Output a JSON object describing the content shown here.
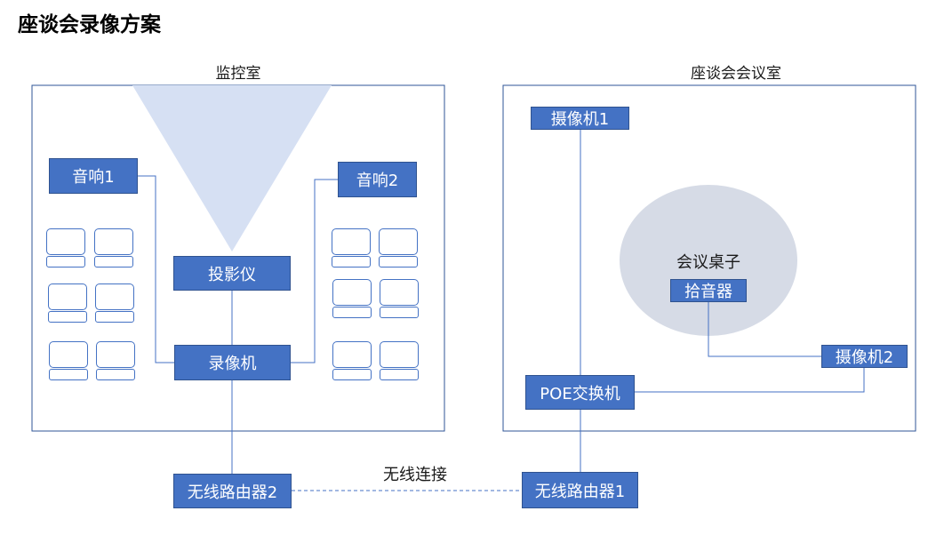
{
  "title": "座谈会录像方案",
  "rooms": {
    "monitor": "监控室",
    "meeting": "座谈会会议室"
  },
  "nodes": {
    "speaker1": "音响1",
    "speaker2": "音响2",
    "projector": "投影仪",
    "recorder": "录像机",
    "camera1": "摄像机1",
    "camera2": "摄像机2",
    "pickup": "拾音器",
    "poe_switch": "POE交换机",
    "router1": "无线路由器1",
    "router2": "无线路由器2"
  },
  "table_label": "会议桌子",
  "wireless_label": "无线连接",
  "colors": {
    "node_fill": "#4472c4",
    "node_border": "#2f528f",
    "room_border": "#2f5597",
    "projection_beam": "#d6e0f3",
    "table_fill": "#d6dbe6",
    "line": "#4472c4"
  }
}
